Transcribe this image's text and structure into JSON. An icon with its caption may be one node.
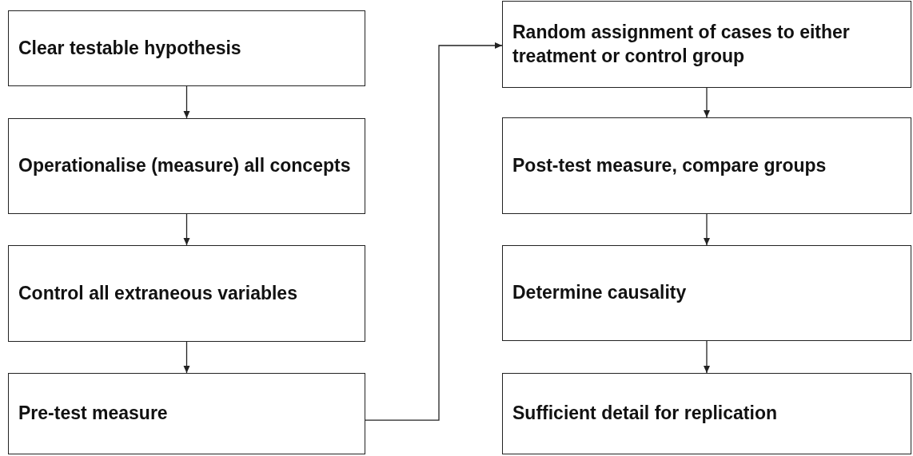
{
  "diagram": {
    "nodes": [
      {
        "text": [
          "Clear testable hypothesis"
        ]
      },
      {
        "text": [
          "Operationalise (measure) all concepts"
        ]
      },
      {
        "text": [
          "Control all extraneous variables"
        ]
      },
      {
        "text": [
          "Pre-test measure"
        ]
      },
      {
        "text": [
          "Random assignment of cases to either treatment or control group"
        ]
      },
      {
        "text": [
          "Post-test measure, compare groups"
        ]
      },
      {
        "text": [
          "Determine causality"
        ]
      },
      {
        "text": [
          "Sufficient detail for replication"
        ]
      }
    ],
    "edges": [
      {
        "from": 0,
        "to": 1,
        "arrow": "to"
      },
      {
        "from": 1,
        "to": 2,
        "arrow": "to"
      },
      {
        "from": 2,
        "to": 3,
        "arrow": "to"
      },
      {
        "from": 3,
        "to": 4,
        "arrow": "to"
      },
      {
        "from": 4,
        "to": 5,
        "arrow": "to"
      },
      {
        "from": 5,
        "to": 6,
        "arrow": "to"
      },
      {
        "from": 6,
        "to": 7,
        "arrow": "to"
      }
    ]
  }
}
